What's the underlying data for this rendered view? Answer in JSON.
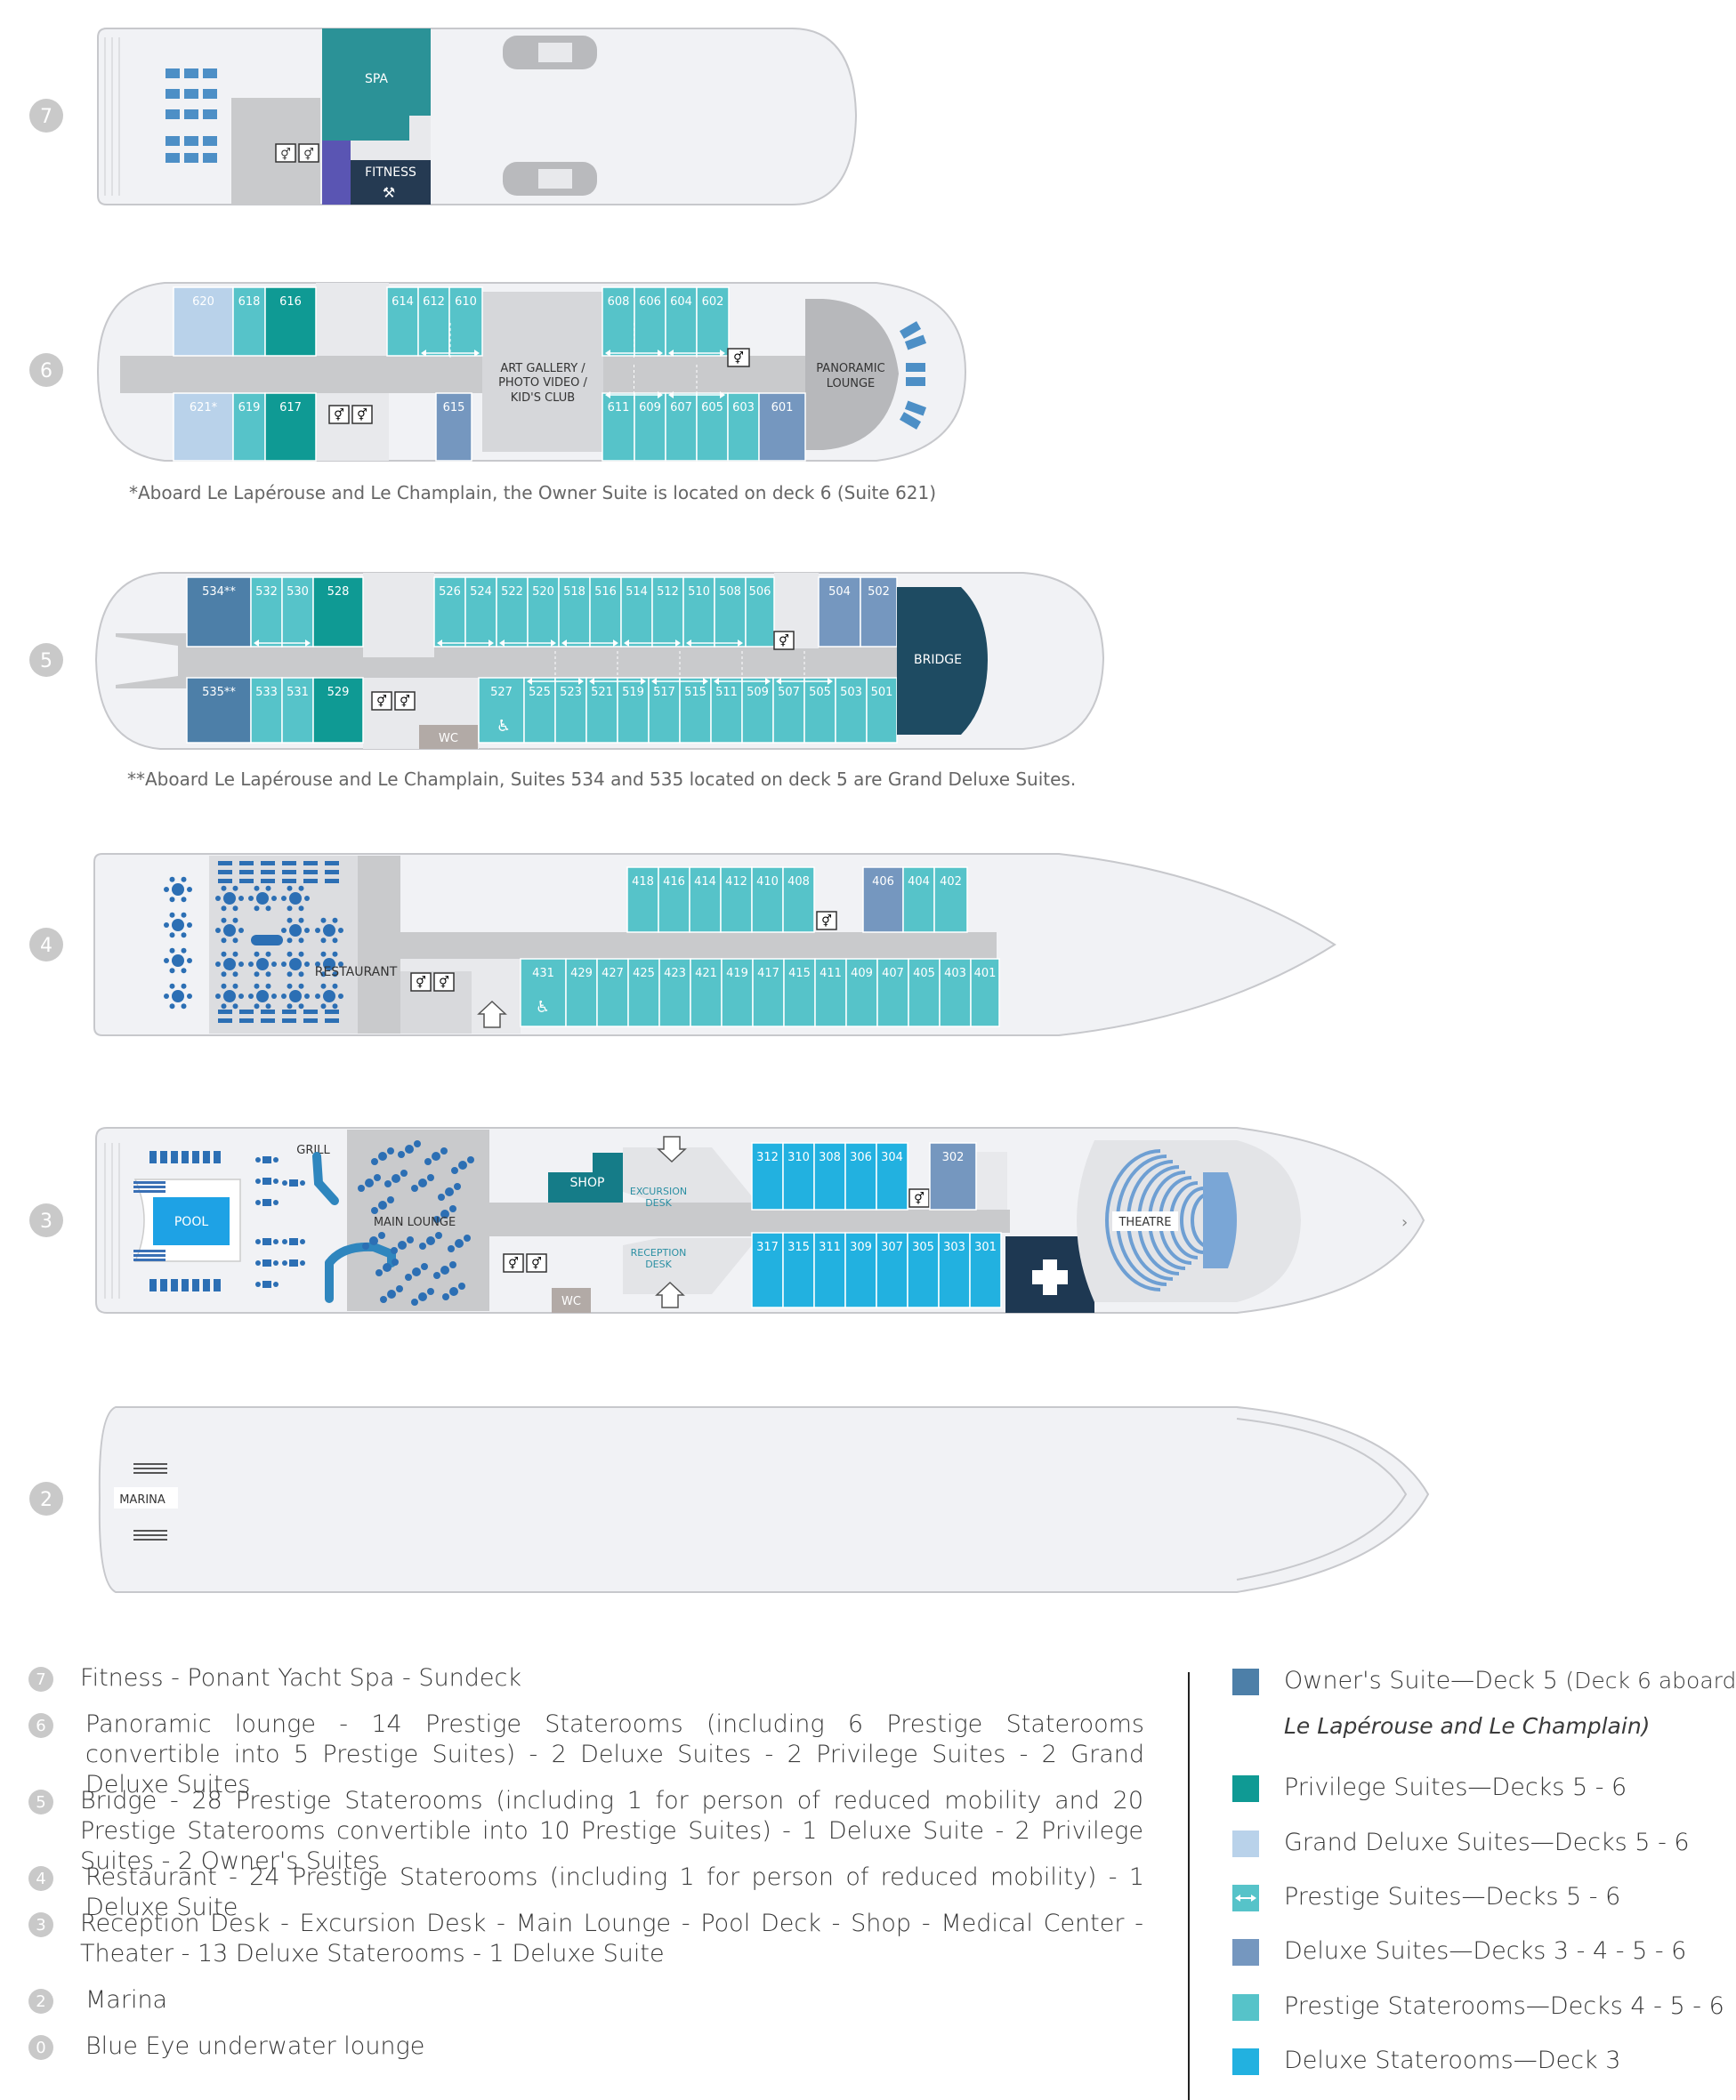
{
  "decks": {
    "d7": {
      "badge": "7",
      "spa": "SPA",
      "fitness": "FITNESS"
    },
    "d6": {
      "badge": "6",
      "art": [
        "ART GALLERY /",
        "PHOTO VIDEO /",
        "KID'S CLUB"
      ],
      "panoramic": [
        "PANORAMIC",
        "LOUNGE"
      ],
      "top": [
        "620",
        "618",
        "616",
        "614",
        "612",
        "610",
        "608",
        "606",
        "604",
        "602"
      ],
      "bottom": [
        "621*",
        "619",
        "617",
        "615",
        "611",
        "609",
        "607",
        "605",
        "603",
        "601"
      ],
      "note": "*Aboard Le Lapérouse and Le Champlain, the Owner Suite is located on deck 6 (Suite 621)"
    },
    "d5": {
      "badge": "5",
      "bridge": "BRIDGE",
      "wc": "WC",
      "top": [
        "534**",
        "532",
        "530",
        "528",
        "526",
        "524",
        "522",
        "520",
        "518",
        "516",
        "514",
        "512",
        "510",
        "508",
        "506",
        "504",
        "502"
      ],
      "bottom": [
        "535**",
        "533",
        "531",
        "529",
        "527",
        "525",
        "523",
        "521",
        "519",
        "517",
        "515",
        "511",
        "509",
        "507",
        "505",
        "503",
        "501"
      ],
      "note": "**Aboard Le Lapérouse and Le Champlain, Suites 534 and 535 located on deck 5 are Grand Deluxe Suites."
    },
    "d4": {
      "badge": "4",
      "restaurant": "RESTAURANT",
      "top": [
        "418",
        "416",
        "414",
        "412",
        "410",
        "408",
        "406",
        "404",
        "402"
      ],
      "bottom": [
        "431",
        "429",
        "427",
        "425",
        "423",
        "421",
        "419",
        "417",
        "415",
        "411",
        "409",
        "407",
        "405",
        "403",
        "401"
      ]
    },
    "d3": {
      "badge": "3",
      "pool": "POOL",
      "grill": "GRILL",
      "lounge": "MAIN LOUNGE",
      "shop": "SHOP",
      "excursion": [
        "EXCURSION",
        "DESK"
      ],
      "reception": [
        "RECEPTION",
        "DESK"
      ],
      "theatre": "THEATRE",
      "wc": "WC",
      "top": [
        "312",
        "310",
        "308",
        "306",
        "304",
        "302"
      ],
      "bottom": [
        "317",
        "315",
        "311",
        "309",
        "307",
        "305",
        "303",
        "301"
      ]
    },
    "d2": {
      "badge": "2",
      "marina": "MARINA"
    }
  },
  "deck_legend": [
    {
      "badge": "7",
      "text": "Fitness - Ponant Yacht Spa - Sundeck"
    },
    {
      "badge": "6",
      "text": "Panoramic lounge - 14 Prestige Staterooms (including 6 Prestige Staterooms convertible into 5 Prestige Suites) - 2 Deluxe Suites - 2 Privilege Suites - 2 Grand Deluxe Suites"
    },
    {
      "badge": "5",
      "text": "Bridge - 28 Prestige Staterooms (including 1 for person of reduced mobility and 20 Prestige Staterooms convertible into 10 Prestige Suites) - 1 Deluxe Suite - 2 Privilege Suites - 2 Owner's Suites"
    },
    {
      "badge": "4",
      "text": "Restaurant - 24 Prestige Staterooms (including 1 for person of reduced mobility) - 1 Deluxe Suite"
    },
    {
      "badge": "3",
      "text": "Reception Desk - Excursion Desk - Main Lounge - Pool Deck - Shop - Medical Center - Theater - 13 Deluxe Staterooms - 1 Deluxe Suite"
    },
    {
      "badge": "2",
      "text": "Marina"
    },
    {
      "badge": "0",
      "text": "Blue Eye underwater lounge"
    }
  ],
  "cabin_legend": [
    {
      "text": "Owner's Suite—Deck 5",
      "sub": "(Deck 6 aboard",
      "line2": "Le Lapérouse and Le Champlain)",
      "color": "#4d7fa8"
    },
    {
      "text": "Privilege Suites—Decks 5 - 6",
      "color": "#0f9a94"
    },
    {
      "text": "Grand Deluxe Suites—Decks 5 - 6",
      "color": "#b9d2ea"
    },
    {
      "text": "Prestige Suites—Decks 5 - 6",
      "color": "#56c3c9",
      "arrow": true
    },
    {
      "text": "Deluxe Suites—Decks 3 - 4 - 5 - 6",
      "color": "#7597bf"
    },
    {
      "text": "Prestige Staterooms—Decks 4 - 5 - 6",
      "color": "#56c3c9"
    },
    {
      "text": "Deluxe Staterooms—Deck 3",
      "color": "#22b1e0"
    }
  ],
  "colors": {
    "hull": "#f1f2f5",
    "corridor": "#c9cacc",
    "owner": "#4d7fa8",
    "privilege": "#0f9a94",
    "grand": "#b9d2ea",
    "prestige": "#56c3c9",
    "deluxe_suite": "#7597bf",
    "deluxe_stateroom": "#22b1e0",
    "spa": "#2b9297",
    "fitness": "#253a52",
    "badge": "#c9c9c9"
  }
}
